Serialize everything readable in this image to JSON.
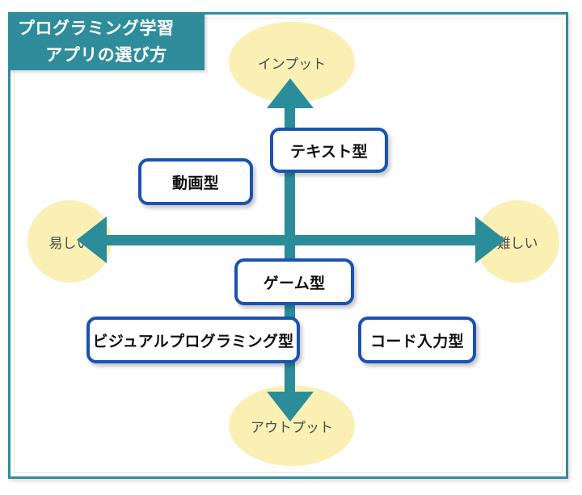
{
  "title": {
    "line_1": "プログラミング学習",
    "line_2": "アプリの選び方"
  },
  "axes": {
    "vertical": {
      "top_label": "インプット",
      "bottom_label": "アウトプット"
    },
    "horizontal": {
      "left_label": "易しい",
      "right_label": "難しい"
    }
  },
  "nodes": [
    {
      "id": "text",
      "label": "テキスト型"
    },
    {
      "id": "video",
      "label": "動画型"
    },
    {
      "id": "game",
      "label": "ゲーム型"
    },
    {
      "id": "visual",
      "label": "ビジュアルプログラミング型"
    },
    {
      "id": "code",
      "label": "コード入力型"
    }
  ],
  "colors": {
    "frame_teal": "#2F8D9B",
    "axis_teal": "#2B8D99",
    "pole_yellow": "#FAF0B4",
    "node_border_blue": "#1A52B0",
    "title_text": "#FFFFFF",
    "pole_text": "#4A4A52",
    "node_text": "#101010"
  }
}
